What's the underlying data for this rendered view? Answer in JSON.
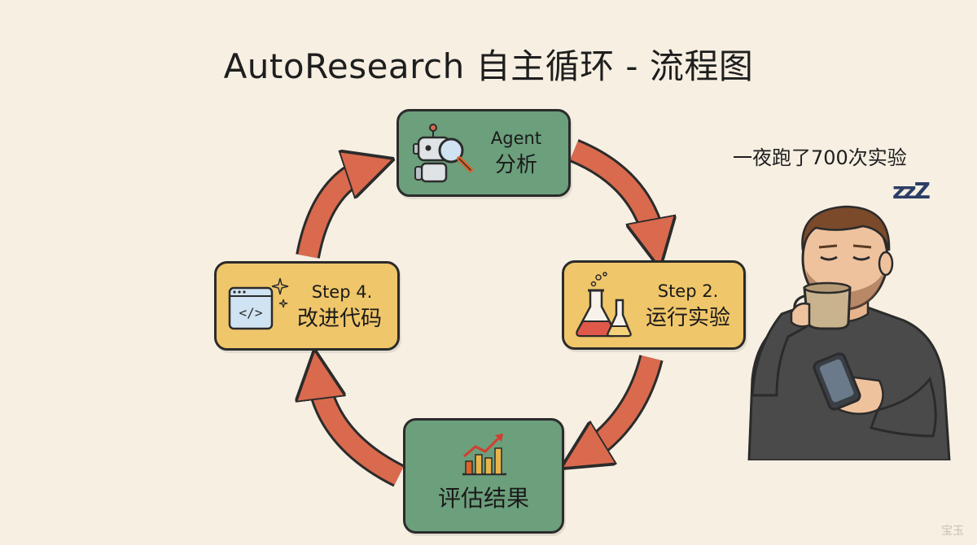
{
  "title": "AutoResearch 自主循环 - 流程图",
  "nodes": [
    {
      "id": "agent",
      "line1": "Agent",
      "line2": "分析",
      "color": "#6c9f7c",
      "icon": "robot-magnifier-icon"
    },
    {
      "id": "run",
      "line1": "Step 2.",
      "line2": "运行实验",
      "color": "#f0c66a",
      "icon": "lab-flask-icon"
    },
    {
      "id": "eval",
      "line1": "",
      "line2": "评估结果",
      "color": "#6c9f7c",
      "icon": "bar-chart-trend-icon"
    },
    {
      "id": "code",
      "line1": "Step 4.",
      "line2": "改进代码",
      "color": "#f0c66a",
      "icon": "code-window-icon"
    }
  ],
  "arrow_color": "#d96a4e",
  "caption": "一夜跑了700次实验",
  "sleep_text": "zzZ",
  "watermark": "宝玉"
}
